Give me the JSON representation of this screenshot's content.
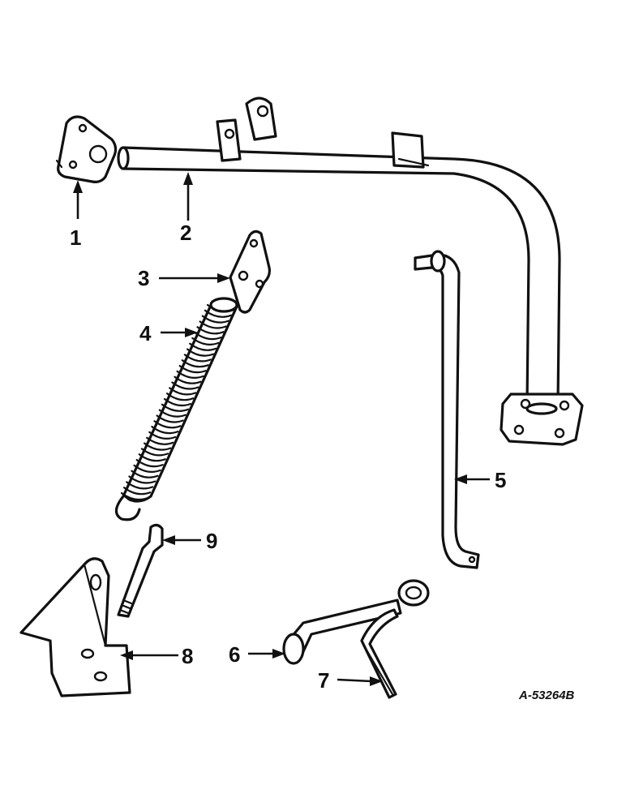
{
  "callouts": [
    {
      "id": "1",
      "label": "1"
    },
    {
      "id": "2",
      "label": "2"
    },
    {
      "id": "3",
      "label": "3"
    },
    {
      "id": "4",
      "label": "4"
    },
    {
      "id": "5",
      "label": "5"
    },
    {
      "id": "6",
      "label": "6"
    },
    {
      "id": "7",
      "label": "7"
    },
    {
      "id": "8",
      "label": "8"
    },
    {
      "id": "9",
      "label": "9"
    }
  ],
  "drawing_code": "A-53264B"
}
